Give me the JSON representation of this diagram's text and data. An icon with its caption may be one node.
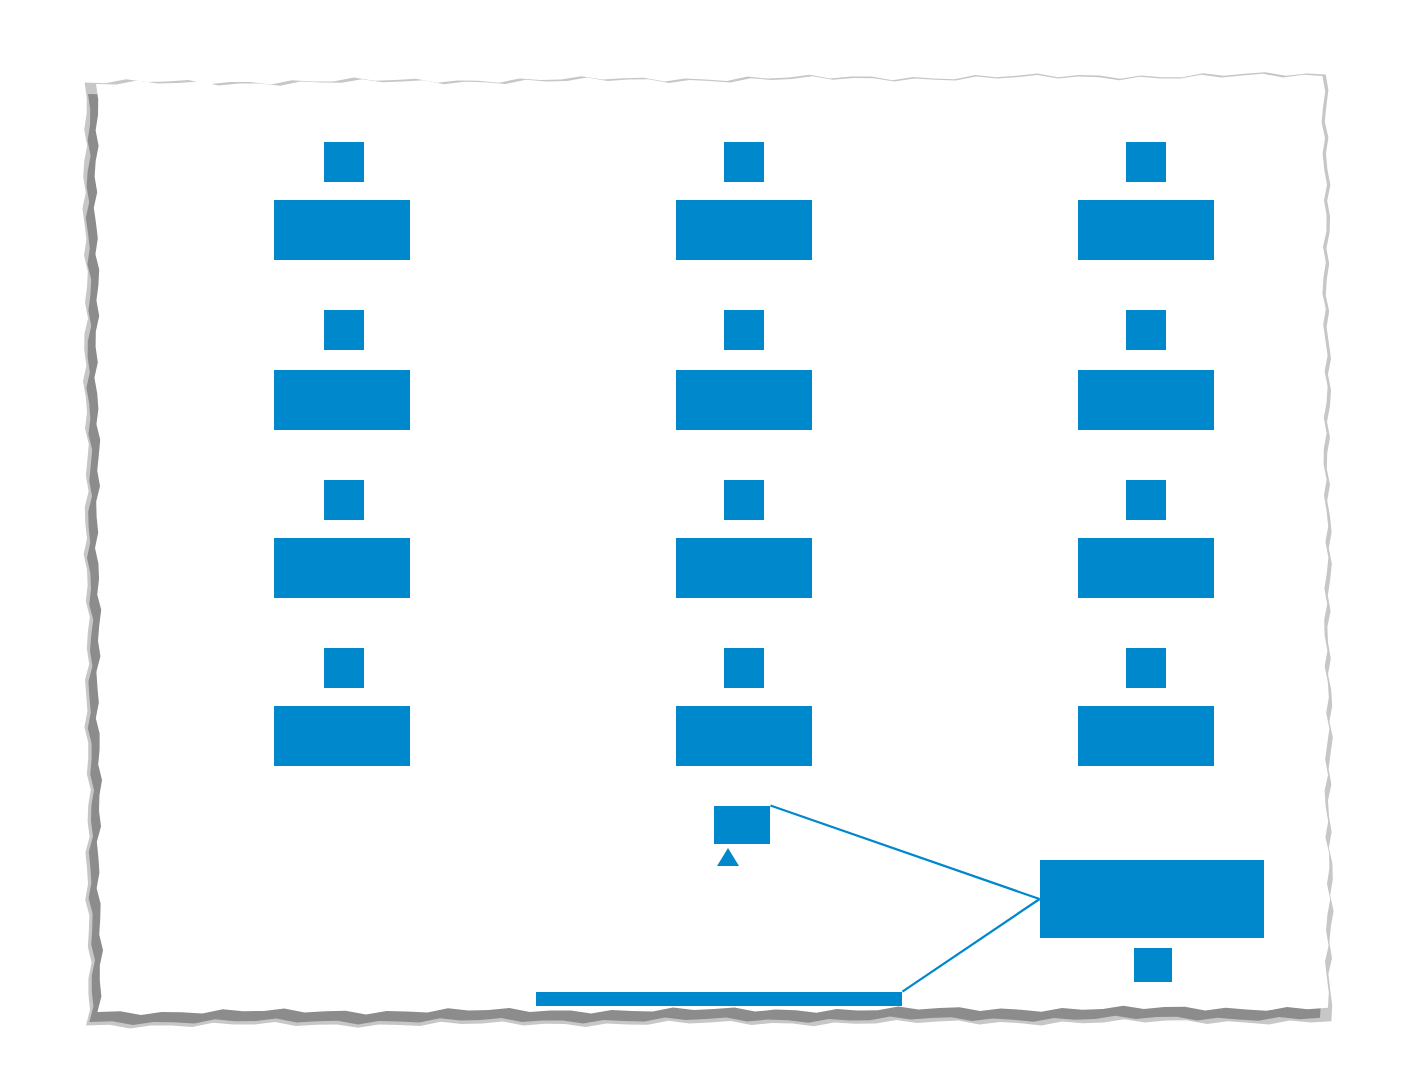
{
  "diagram": {
    "nodes": [
      {
        "text": [],
        "shape": "box"
      },
      {
        "text": [],
        "shape": "box"
      },
      {
        "text": [],
        "shape": "box"
      },
      {
        "text": [],
        "shape": "bar"
      },
      {
        "text": [],
        "shape": "bar"
      },
      {
        "text": [],
        "shape": "bar"
      },
      {
        "text": [],
        "shape": "box"
      },
      {
        "text": [],
        "shape": "box"
      },
      {
        "text": [],
        "shape": "box"
      },
      {
        "text": [],
        "shape": "bar"
      },
      {
        "text": [],
        "shape": "bar"
      },
      {
        "text": [],
        "shape": "bar"
      },
      {
        "text": [],
        "shape": "box"
      },
      {
        "text": [],
        "shape": "box"
      },
      {
        "text": [],
        "shape": "box"
      },
      {
        "text": [],
        "shape": "bar"
      },
      {
        "text": [],
        "shape": "bar"
      },
      {
        "text": [],
        "shape": "bar"
      },
      {
        "text": [],
        "shape": "box"
      },
      {
        "text": [],
        "shape": "box"
      },
      {
        "text": [],
        "shape": "box"
      },
      {
        "text": [],
        "shape": "bar"
      },
      {
        "text": [],
        "shape": "bar"
      },
      {
        "text": [],
        "shape": "bar"
      },
      {
        "text": [],
        "shape": "box"
      },
      {
        "text": [],
        "shape": "bar"
      },
      {
        "text": [],
        "shape": "box"
      },
      {
        "text": [],
        "shape": "bar"
      }
    ],
    "edges": [
      {
        "from": 24,
        "to": 25,
        "arrow": "none"
      },
      {
        "from": 27,
        "to": 25,
        "arrow": "none"
      }
    ]
  }
}
